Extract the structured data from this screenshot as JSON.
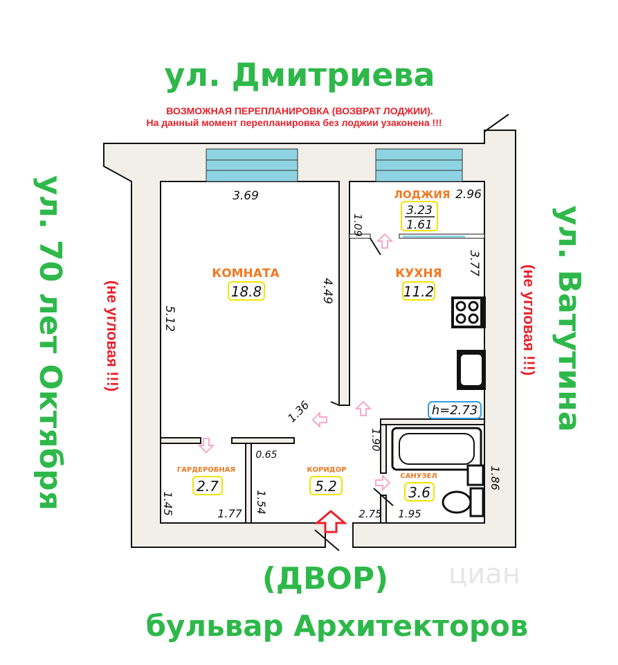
{
  "streets": {
    "top": "ул. Дмитриева",
    "left": "ул. 70 лет Октября",
    "left_note": "(не угловая !!!)",
    "right": "ул. Ватутина",
    "right_note": "(не угловая !!!)",
    "bottom_yard": "(ДВОР)",
    "bottom": "бульвар Архитекторов"
  },
  "notice": {
    "line1": "ВОЗМОЖНАЯ ПЕРЕПЛАНИРОВКА (ВОЗВРАТ ЛОДЖИИ).",
    "line2": "На данный момент перепланировка без лоджии узаконена !!!"
  },
  "rooms": {
    "komnata": {
      "label": "КОМНАТА",
      "area": "18.8"
    },
    "kitchen": {
      "label": "КУХНЯ",
      "area": "11.2"
    },
    "loggia": {
      "label": "ЛОДЖИЯ",
      "area_top": "3.23",
      "area_bottom": "1.61"
    },
    "wardrobe": {
      "label": "ГАРДЕРОБНАЯ",
      "area": "2.7"
    },
    "corridor": {
      "label": "КОРИДОР",
      "area": "5.2"
    },
    "bathroom": {
      "label": "САНУЗЕЛ",
      "area": "3.6"
    }
  },
  "ceiling_height": "h=2.73",
  "dimensions": {
    "d369": "3.69",
    "d296": "2.96",
    "d109": "1.09",
    "d449": "4.49",
    "d512": "5.12",
    "d377": "3.77",
    "d136": "1.36",
    "d065": "0.65",
    "d190": "1.90",
    "d186": "1.86",
    "d145": "1.45",
    "d177": "1.77",
    "d154": "1.54",
    "d275": "2.75",
    "d195": "1.95"
  },
  "watermark": "циан",
  "colors": {
    "street": "#2eb84a",
    "notice": "#e8202a",
    "room_label": "#f07a22",
    "area_box": "#f2e200",
    "height_box": "#2a9fe0",
    "window": "#8fd3e2"
  }
}
